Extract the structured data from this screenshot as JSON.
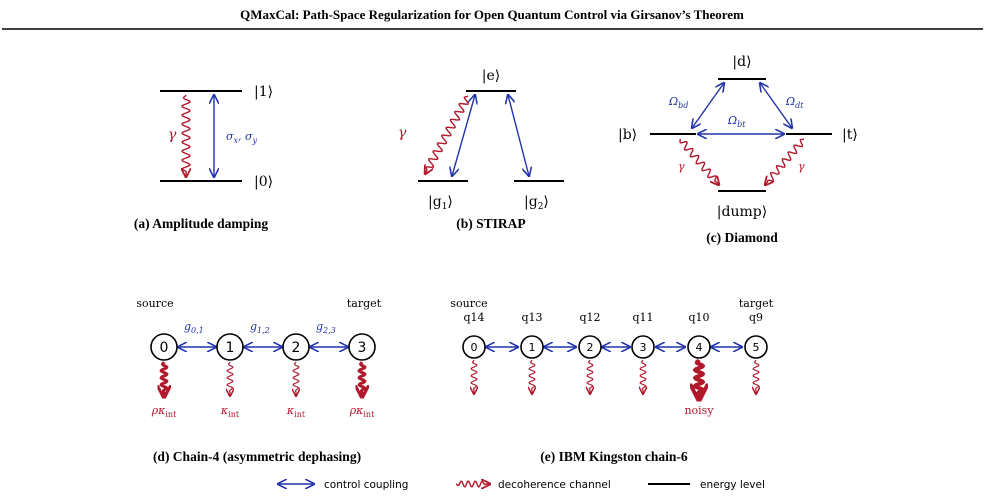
{
  "title": "QMaxCal: Path-Space Regularization for Open Quantum Control via Girsanov’s Theorem",
  "colors": {
    "control": "#2233aa",
    "decoherence": "#b2182b",
    "level": "#000000"
  },
  "panel_a": {
    "caption": "(a) Amplitude damping",
    "level_top": "|1⟩",
    "level_bottom": "|0⟩",
    "decay": "γ",
    "control": "σ",
    "control_sub1": "x",
    "control_sep": ", σ",
    "control_sub2": "y"
  },
  "panel_b": {
    "caption": "(b) STIRAP",
    "level_e": "|e⟩",
    "level_g1": "|g",
    "level_g1_sub": "1",
    "level_g1_close": "⟩",
    "level_g2": "|g",
    "level_g2_sub": "2",
    "level_g2_close": "⟩",
    "decay": "γ"
  },
  "panel_c": {
    "caption": "(c) Diamond",
    "level_d": "|d⟩",
    "level_b": "|b⟩",
    "level_t": "|t⟩",
    "level_dump": "|dump⟩",
    "coupling_bd": "Ω",
    "coupling_bd_sub": "bd",
    "coupling_dt": "Ω",
    "coupling_dt_sub": "dt",
    "coupling_bt": "Ω",
    "coupling_bt_sub": "bt",
    "decay_left": "γ",
    "decay_right": "γ"
  },
  "panel_d": {
    "caption": "(d) Chain-4 (asymmetric dephasing)",
    "source_label": "source",
    "target_label": "target",
    "nodes": [
      "0",
      "1",
      "2",
      "3"
    ],
    "couplings": [
      {
        "symbol": "g",
        "sub": "0,1"
      },
      {
        "symbol": "g",
        "sub": "1,2"
      },
      {
        "symbol": "g",
        "sub": "2,3"
      }
    ],
    "rates": [
      {
        "pre": "ρκ",
        "sub": "int"
      },
      {
        "pre": "κ",
        "sub": "int"
      },
      {
        "pre": "κ",
        "sub": "int"
      },
      {
        "pre": "ρκ",
        "sub": "int"
      }
    ]
  },
  "panel_e": {
    "caption": "(e) IBM Kingston chain-6",
    "source_label": "source",
    "target_label": "target",
    "qubits": [
      "q14",
      "q13",
      "q12",
      "q11",
      "q10",
      "q9"
    ],
    "nodes": [
      "0",
      "1",
      "2",
      "3",
      "4",
      "5"
    ],
    "noisy_label": "noisy"
  },
  "legend": {
    "control": "control coupling",
    "decoherence": "decoherence channel",
    "level": "energy level"
  }
}
